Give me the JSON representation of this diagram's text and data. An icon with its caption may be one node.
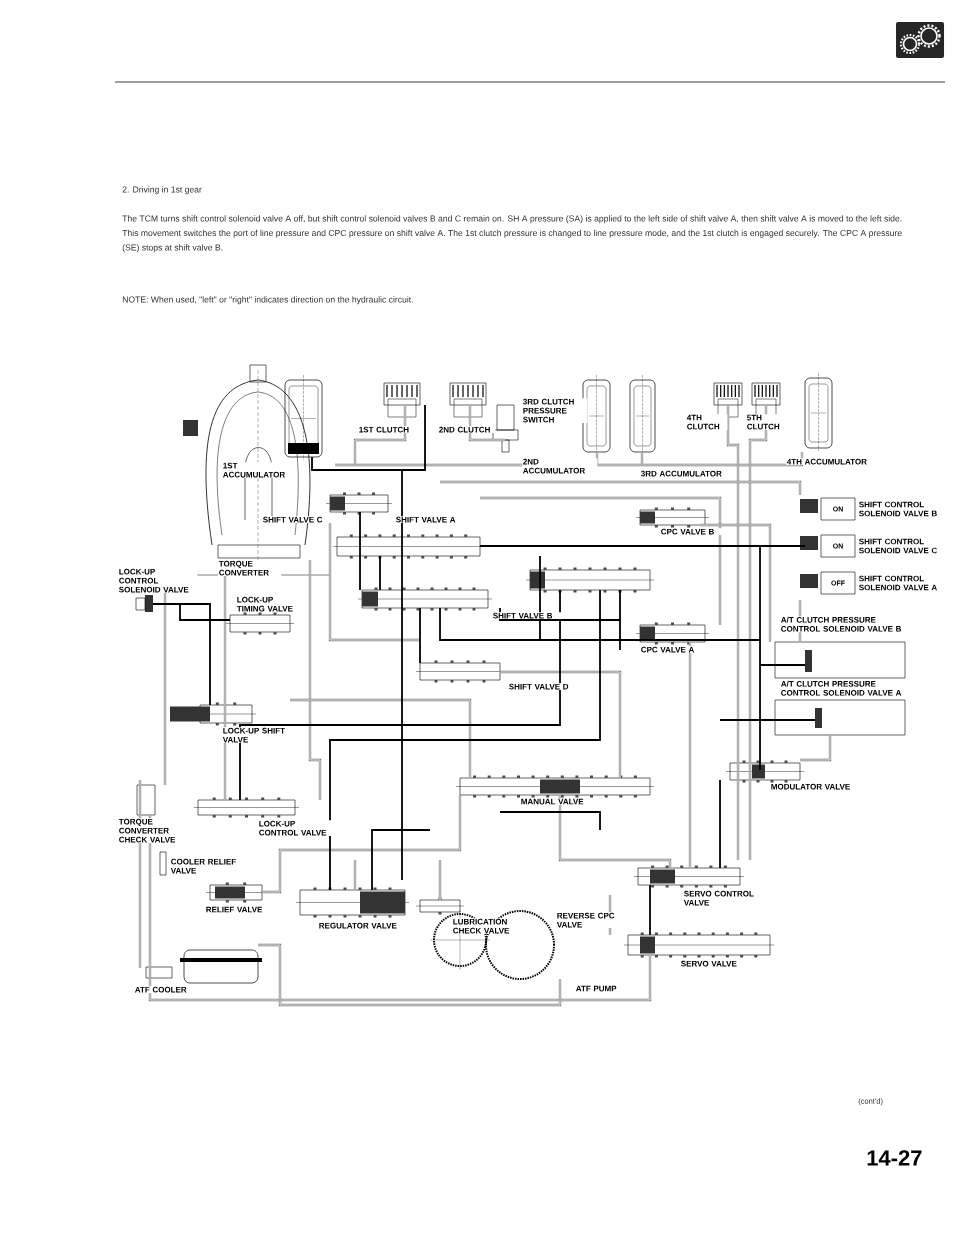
{
  "diagram": {
    "title": "2. Driving in 1st gear",
    "nodes": [
      {
        "text": [
          "ON"
        ],
        "beside": [
          "SHIFT CONTROL SOLENOID VALVE B"
        ]
      },
      {
        "text": [
          "ON"
        ],
        "beside": [
          "SHIFT CONTROL SOLENOID VALVE C"
        ]
      },
      {
        "text": [
          "OFF"
        ],
        "beside": [
          "SHIFT CONTROL SOLENOID VALVE A"
        ]
      }
    ],
    "labels": [
      "The TCM turns shift control solenoid valve A off, but shift control solenoid valves B and C remain on. SH A pressure (SA) is applied to the left side of shift valve A, then shift valve A is moved to the left side. This movement switches the port of line pressure and CPC pressure on shift valve A. The 1st clutch pressure is changed to line pressure mode, and the 1st clutch is engaged securely. The CPC A pressure (SE) stops at shift valve B.",
      "NOTE: When used, \"left\" or \"right\" indicates direction on the hydraulic circuit.",
      "1ST ACCUMULATOR",
      "1ST CLUTCH",
      "2ND CLUTCH",
      "3RD CLUTCH PRESSURE SWITCH",
      "2ND ACCUMULATOR",
      "3RD ACCUMULATOR",
      "4TH CLUTCH",
      "5TH CLUTCH",
      "4TH ACCUMULATOR",
      "TORQUE CONVERTER",
      "SHIFT VALVE C",
      "SHIFT VALVE A",
      "CPC VALVE B",
      "SHIFT VALVE B",
      "LOCK-UP CONTROL SOLENOID VALVE",
      "LOCK-UP TIMING VALVE",
      "CPC VALVE A",
      "A/T CLUTCH PRESSURE CONTROL SOLENOID VALVE B",
      "SHIFT VALVE D",
      "A/T CLUTCH PRESSURE CONTROL SOLENOID VALVE A",
      "LOCK-UP SHIFT VALVE",
      "MANUAL VALVE",
      "MODULATOR VALVE",
      "TORQUE CONVERTER CHECK VALVE",
      "LOCK-UP CONTROL VALVE",
      "COOLER RELIEF VALVE",
      "SERVO CONTROL VALVE",
      "REVERSE CPC VALVE",
      "RELIEF VALVE",
      "LUBRICATION CHECK VALVE",
      "REGULATOR VALVE",
      "SERVO VALVE",
      "ATF COOLER",
      "ATF PUMP",
      "(cont'd)",
      "14-27"
    ]
  }
}
